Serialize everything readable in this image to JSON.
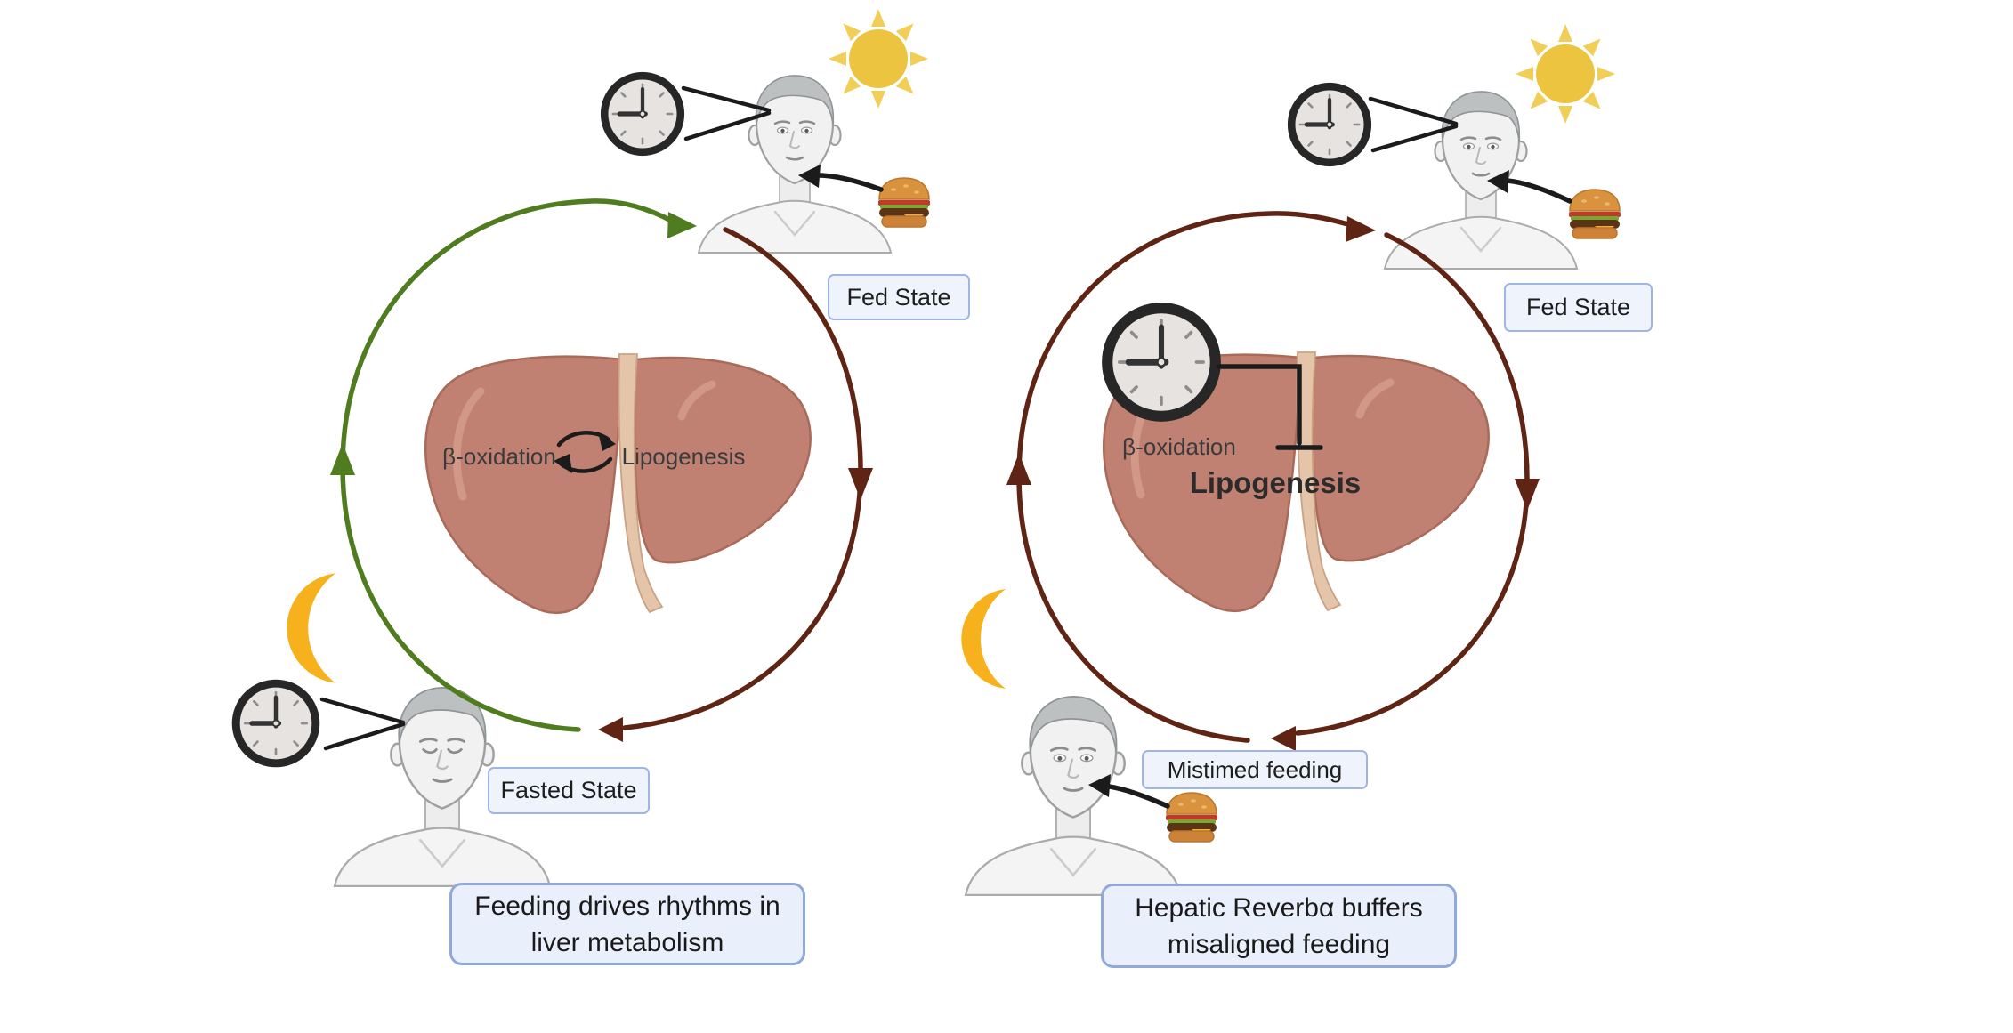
{
  "colors": {
    "green": "#4e7c1e",
    "maroon": "#5f2414",
    "ink": "#1b1b1b",
    "label-bg": "#eef3fc",
    "label-border": "#9fb6e2",
    "caption-bg": "#e9effb",
    "caption-border": "#8fa9da",
    "liver": "#c08173",
    "liver-outline": "#a96a59",
    "ligament": "#e4c5a9",
    "sun": "#ecc440",
    "sun-ray": "#f1ce58",
    "moon": "#f6b11d",
    "text-dark": "#1d1d1d",
    "liver-text": "#3a3a3a"
  },
  "icons": {
    "clock": "clock-icon",
    "sun": "sun-icon",
    "moon": "moon-icon",
    "burger": "burger-icon",
    "liver": "liver-icon",
    "person_awake": "person-awake-figure",
    "person_asleep": "person-asleep-figure"
  },
  "left_panel": {
    "fed_state_label": "Fed State",
    "fasted_state_label": "Fasted State",
    "beta_oxidation_label": "β-oxidation",
    "lipogenesis_label": "Lipogenesis",
    "caption_lines": [
      "Feeding drives rhythms in",
      "liver metabolism"
    ],
    "clock_time": "9:00"
  },
  "right_panel": {
    "fed_state_label": "Fed State",
    "mistimed_feeding_label": "Mistimed feeding",
    "beta_oxidation_label": "β-oxidation",
    "lipogenesis_label": "Lipogenesis",
    "caption_lines": [
      "Hepatic Reverbα buffers",
      "misaligned feeding"
    ],
    "clock_time": "9:00"
  }
}
